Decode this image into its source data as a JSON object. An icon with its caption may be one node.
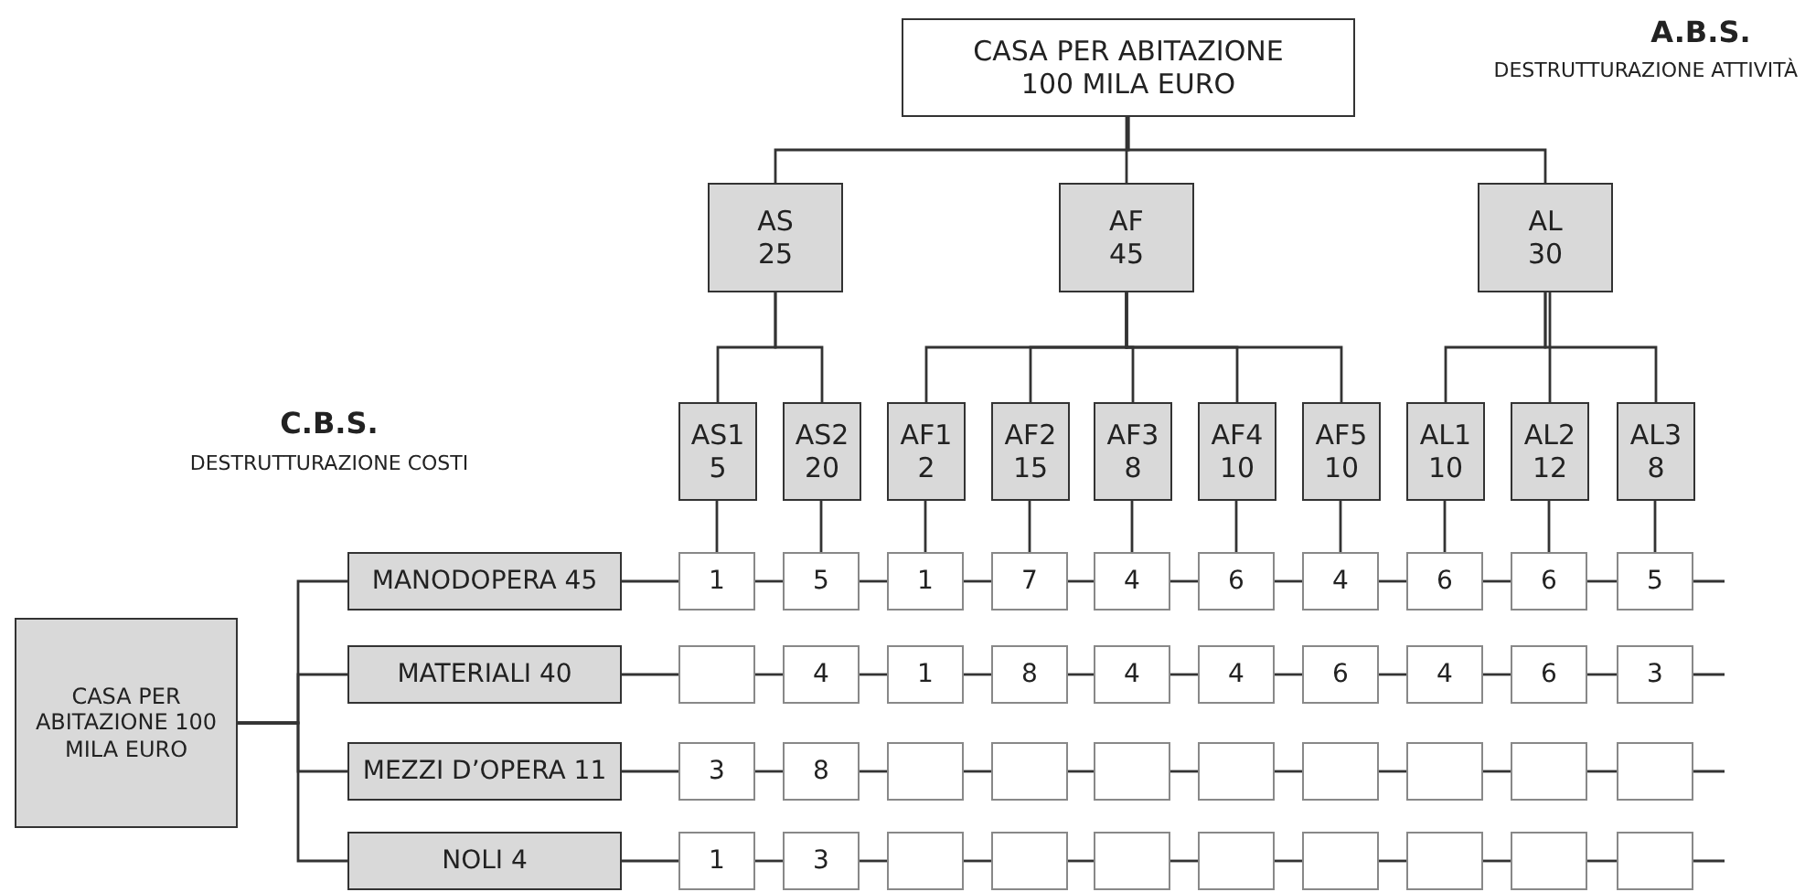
{
  "diagram": {
    "nodes": [
      {
        "text": [
          "CASA PER ABITAZIONE 100 MILA EURO"
        ]
      },
      {
        "text": [
          "AS",
          "25"
        ]
      },
      {
        "text": [
          "AF",
          "45"
        ]
      },
      {
        "text": [
          "AL",
          "30"
        ]
      },
      {
        "text": [
          "AS1",
          "5"
        ]
      },
      {
        "text": [
          "AS2",
          "20"
        ]
      },
      {
        "text": [
          "AF1",
          "2"
        ]
      },
      {
        "text": [
          "AF2",
          "15"
        ]
      },
      {
        "text": [
          "AF3",
          "8"
        ]
      },
      {
        "text": [
          "AF4",
          "10"
        ]
      },
      {
        "text": [
          "AF5",
          "10"
        ]
      },
      {
        "text": [
          "AL1",
          "10"
        ]
      },
      {
        "text": [
          "AL2",
          "12"
        ]
      },
      {
        "text": [
          "AL3",
          "8"
        ]
      },
      {
        "text": [
          "CASA PER ABITAZIONE 100 MILA EURO"
        ]
      },
      {
        "text": [
          "MANODOPERA 45"
        ]
      },
      {
        "text": [
          "MATERIALI 40"
        ]
      },
      {
        "text": [
          "MEZZI D’OPERA 11"
        ]
      },
      {
        "text": [
          "NOLI 4"
        ]
      },
      {
        "text": [
          "1"
        ]
      },
      {
        "text": [
          "5"
        ]
      },
      {
        "text": [
          "1"
        ]
      },
      {
        "text": [
          "7"
        ]
      },
      {
        "text": [
          "4"
        ]
      },
      {
        "text": [
          "6"
        ]
      },
      {
        "text": [
          "4"
        ]
      },
      {
        "text": [
          "6"
        ]
      },
      {
        "text": [
          "6"
        ]
      },
      {
        "text": [
          "5"
        ]
      },
      {
        "text": [],
        "shape": "box"
      },
      {
        "text": [
          "4"
        ]
      },
      {
        "text": [
          "1"
        ]
      },
      {
        "text": [
          "8"
        ]
      },
      {
        "text": [
          "4"
        ]
      },
      {
        "text": [
          "4"
        ]
      },
      {
        "text": [
          "6"
        ]
      },
      {
        "text": [
          "4"
        ]
      },
      {
        "text": [
          "6"
        ]
      },
      {
        "text": [
          "3"
        ]
      },
      {
        "text": [
          "3"
        ]
      },
      {
        "text": [
          "8"
        ]
      },
      {
        "text": [],
        "shape": "box"
      },
      {
        "text": [],
        "shape": "box"
      },
      {
        "text": [],
        "shape": "box"
      },
      {
        "text": [],
        "shape": "box"
      },
      {
        "text": [],
        "shape": "box"
      },
      {
        "text": [],
        "shape": "box"
      },
      {
        "text": [],
        "shape": "box"
      },
      {
        "text": [],
        "shape": "box"
      },
      {
        "text": [
          "1"
        ]
      },
      {
        "text": [
          "3"
        ]
      },
      {
        "text": [],
        "shape": "box"
      },
      {
        "text": [],
        "shape": "box"
      },
      {
        "text": [],
        "shape": "box"
      },
      {
        "text": [],
        "shape": "box"
      },
      {
        "text": [],
        "shape": "box"
      },
      {
        "text": [],
        "shape": "box"
      },
      {
        "text": [],
        "shape": "box"
      },
      {
        "text": [],
        "shape": "box"
      }
    ],
    "edges": [
      {
        "from": 0,
        "to": 1,
        "arrow": "none"
      },
      {
        "from": 0,
        "to": 2,
        "arrow": "none"
      },
      {
        "from": 0,
        "to": 3,
        "arrow": "none"
      },
      {
        "from": 1,
        "to": 4,
        "arrow": "none"
      },
      {
        "from": 1,
        "to": 5,
        "arrow": "none"
      },
      {
        "from": 2,
        "to": 6,
        "arrow": "none"
      },
      {
        "from": 2,
        "to": 7,
        "arrow": "none"
      },
      {
        "from": 2,
        "to": 8,
        "arrow": "none"
      },
      {
        "from": 2,
        "to": 9,
        "arrow": "none"
      },
      {
        "from": 2,
        "to": 10,
        "arrow": "none"
      },
      {
        "from": 3,
        "to": 11,
        "arrow": "none"
      },
      {
        "from": 3,
        "to": 12,
        "arrow": "none"
      },
      {
        "from": 3,
        "to": 13,
        "arrow": "none"
      },
      {
        "from": 4,
        "to": 19,
        "arrow": "none"
      },
      {
        "from": 5,
        "to": 20,
        "arrow": "none"
      },
      {
        "from": 6,
        "to": 21,
        "arrow": "none"
      },
      {
        "from": 7,
        "to": 22,
        "arrow": "none"
      },
      {
        "from": 8,
        "to": 23,
        "arrow": "none"
      },
      {
        "from": 9,
        "to": 24,
        "arrow": "none"
      },
      {
        "from": 10,
        "to": 25,
        "arrow": "none"
      },
      {
        "from": 11,
        "to": 26,
        "arrow": "none"
      },
      {
        "from": 12,
        "to": 27,
        "arrow": "none"
      },
      {
        "from": 13,
        "to": 28,
        "arrow": "none"
      },
      {
        "from": 14,
        "to": 15,
        "arrow": "none"
      },
      {
        "from": 14,
        "to": 16,
        "arrow": "none"
      },
      {
        "from": 14,
        "to": 17,
        "arrow": "none"
      },
      {
        "from": 14,
        "to": 18,
        "arrow": "none"
      },
      {
        "from": 15,
        "to": 19,
        "arrow": "none"
      },
      {
        "from": 19,
        "to": 20,
        "arrow": "none"
      },
      {
        "from": 20,
        "to": 21,
        "arrow": "none"
      },
      {
        "from": 21,
        "to": 22,
        "arrow": "none"
      },
      {
        "from": 22,
        "to": 23,
        "arrow": "none"
      },
      {
        "from": 23,
        "to": 24,
        "arrow": "none"
      },
      {
        "from": 24,
        "to": 25,
        "arrow": "none"
      },
      {
        "from": 25,
        "to": 26,
        "arrow": "none"
      },
      {
        "from": 26,
        "to": 27,
        "arrow": "none"
      },
      {
        "from": 27,
        "to": 28,
        "arrow": "none"
      },
      {
        "from": 28,
        "to": null,
        "arrow": "none"
      },
      {
        "from": 16,
        "to": 29,
        "arrow": "none"
      },
      {
        "from": 29,
        "to": 30,
        "arrow": "none"
      },
      {
        "from": 30,
        "to": 31,
        "arrow": "none"
      },
      {
        "from": 31,
        "to": 32,
        "arrow": "none"
      },
      {
        "from": 32,
        "to": 33,
        "arrow": "none"
      },
      {
        "from": 33,
        "to": 34,
        "arrow": "none"
      },
      {
        "from": 34,
        "to": 35,
        "arrow": "none"
      },
      {
        "from": 35,
        "to": 36,
        "arrow": "none"
      },
      {
        "from": 36,
        "to": 37,
        "arrow": "none"
      },
      {
        "from": 37,
        "to": 38,
        "arrow": "none"
      },
      {
        "from": 38,
        "to": null,
        "arrow": "none"
      },
      {
        "from": 17,
        "to": 39,
        "arrow": "none"
      },
      {
        "from": 39,
        "to": 40,
        "arrow": "none"
      },
      {
        "from": 40,
        "to": 41,
        "arrow": "none"
      },
      {
        "from": 41,
        "to": 42,
        "arrow": "none"
      },
      {
        "from": 42,
        "to": 43,
        "arrow": "none"
      },
      {
        "from": 43,
        "to": 44,
        "arrow": "none"
      },
      {
        "from": 44,
        "to": 45,
        "arrow": "none"
      },
      {
        "from": 45,
        "to": 46,
        "arrow": "none"
      },
      {
        "from": 46,
        "to": 47,
        "arrow": "none"
      },
      {
        "from": 47,
        "to": 48,
        "arrow": "none"
      },
      {
        "from": 48,
        "to": null,
        "arrow": "none"
      },
      {
        "from": 18,
        "to": 49,
        "arrow": "none"
      },
      {
        "from": 49,
        "to": 50,
        "arrow": "none"
      },
      {
        "from": 50,
        "to": 51,
        "arrow": "none"
      },
      {
        "from": 51,
        "to": 52,
        "arrow": "none"
      },
      {
        "from": 52,
        "to": 53,
        "arrow": "none"
      },
      {
        "from": 53,
        "to": 54,
        "arrow": "none"
      },
      {
        "from": 54,
        "to": 55,
        "arrow": "none"
      },
      {
        "from": 55,
        "to": 56,
        "arrow": "none"
      },
      {
        "from": 56,
        "to": 57,
        "arrow": "none"
      },
      {
        "from": 57,
        "to": 58,
        "arrow": "none"
      },
      {
        "from": 58,
        "to": null,
        "arrow": "none"
      }
    ],
    "labels": [
      "A.B.S.",
      "DESTRUTTURAZIONE ATTIVITÀ",
      "C.B.S.",
      "DESTRUTTURAZIONE COSTI"
    ]
  }
}
